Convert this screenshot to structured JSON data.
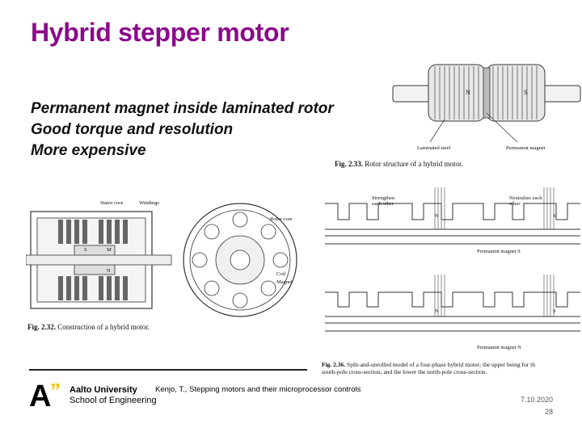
{
  "slide": {
    "title": "Hybrid stepper motor",
    "bullets": [
      "Permanent magnet inside laminated rotor",
      "Good torque and resolution",
      "More expensive"
    ]
  },
  "figures": {
    "rotor": {
      "caption_num": "Fig. 2.33.",
      "caption_text": "Rotor structure of a hybrid motor.",
      "label_laminated": "Laminated steel",
      "label_magnet": "Permanent magnet",
      "pole_n": "N",
      "pole_s": "S"
    },
    "construction": {
      "caption_num": "Fig. 2.32.",
      "caption_text": "Construction of a hybrid motor.",
      "label_stator": "Stator core",
      "label_windings": "Windings",
      "label_rotor": "Rotor core",
      "label_coil": "Coil",
      "label_magnet": "Magnet",
      "pole_s": "S",
      "pole_n": "N",
      "pole_m": "M"
    },
    "unrolled": {
      "label_strengthen": "Strengthen each other",
      "label_neutralize": "Neutralize each other",
      "label_magnet_s": "Permanent magnet S",
      "label_magnet_n": "Permanent magnet N",
      "caption_num": "Fig. 2.36.",
      "caption_line1": "Split-and-unrolled model of a four-phase hybrid motor; the upper being for th",
      "caption_line2": "south-pole cross-section, and the lower the north-pole cross-section.",
      "pole_n": "N",
      "pole_s": "S"
    }
  },
  "footer": {
    "reference": "Kenjo, T., Stepping motors and their microprocessor controls",
    "logo_mark": "A",
    "logo_quote": "”",
    "university": "Aalto University",
    "school": "School of Engineering",
    "date": "7.10.2020",
    "page": "28"
  }
}
